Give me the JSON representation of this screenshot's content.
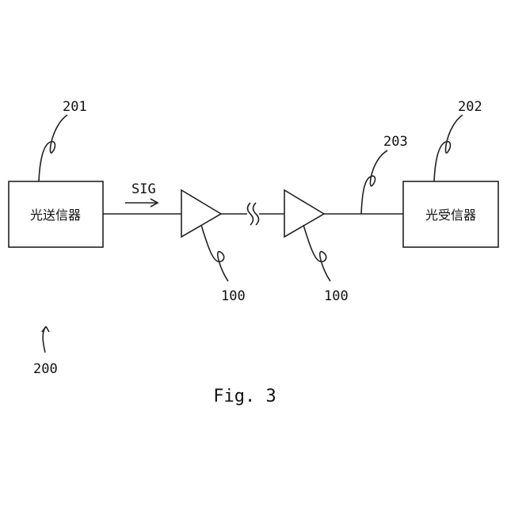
{
  "labels": {
    "transmitter_ref": "201",
    "receiver_ref": "202",
    "line_ref": "203",
    "amp1_ref": "100",
    "amp2_ref": "100",
    "system_ref": "200",
    "signal": "SIG"
  },
  "blocks": {
    "transmitter": "光送信器",
    "receiver": "光受信器"
  },
  "caption": "Fig. 3"
}
